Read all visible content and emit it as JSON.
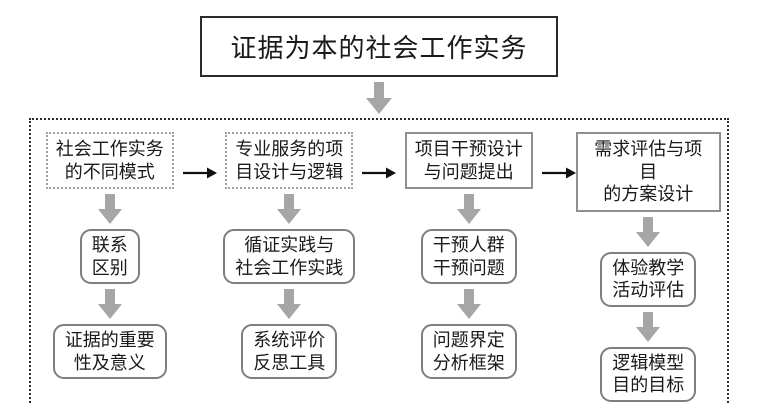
{
  "title": "证据为本的社会工作实务",
  "colors": {
    "arrow_gray": "#a6a6a6",
    "dotted_box_border": "#a0a0a0",
    "solid_box_border": "#8f8f8f",
    "rounded_box_border": "#7f7f7f",
    "panel_outline": "#2b2b2b",
    "text": "#1a1a1a"
  },
  "columns": [
    {
      "top": "社会工作实务\n的不同模式",
      "top_style": "dotted",
      "middle": "联系\n区别",
      "bottom": "证据的重要\n性及意义"
    },
    {
      "top": "专业服务的项\n目设计与逻辑",
      "top_style": "dotted",
      "middle": "循证实践与\n社会工作实践",
      "bottom": "系统评价\n反思工具"
    },
    {
      "top": "项目干预设计\n与问题提出",
      "top_style": "solid",
      "middle": "干预人群\n干预问题",
      "bottom": "问题界定\n分析框架"
    },
    {
      "top": "需求评估与项目\n的方案设计",
      "top_style": "solid",
      "middle": "体验教学\n活动评估",
      "bottom": "逻辑模型\n目的目标"
    }
  ]
}
